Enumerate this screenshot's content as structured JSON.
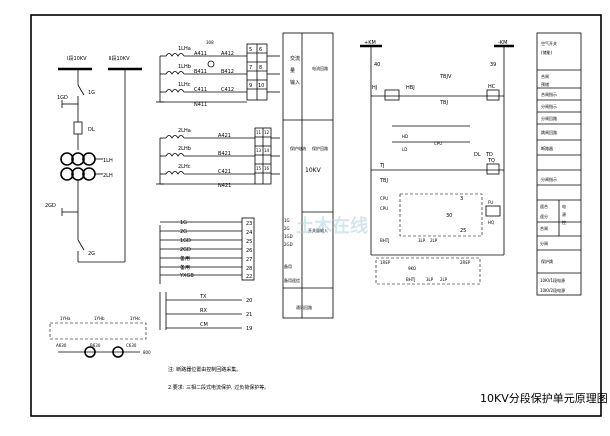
{
  "buses": {
    "bus1": "Ⅰ段10KV",
    "bus2": "Ⅱ段10KV"
  },
  "primary": {
    "labels": [
      "1G",
      "1GD",
      "DL",
      "1LH",
      "2LH",
      "2GD",
      "2G"
    ]
  },
  "ct1": {
    "coils": [
      "1LHa",
      "1LHb",
      "1LHc"
    ],
    "wires": [
      "A411",
      "B411",
      "C411",
      "N411",
      "A412",
      "B412",
      "C412"
    ],
    "terminals": [
      "5",
      "6",
      "7",
      "8",
      "9",
      "10"
    ],
    "junction": "308"
  },
  "ct2": {
    "coils": [
      "2LHa",
      "2LHb",
      "2LHc"
    ],
    "wires": [
      "A421",
      "B421",
      "C421",
      "N421"
    ],
    "terminals": [
      "11",
      "12",
      "13",
      "14",
      "15",
      "16"
    ]
  },
  "inputs": {
    "labels": [
      "1G",
      "2G",
      "1GD",
      "2GD",
      "备用",
      "备用",
      "YXGB"
    ],
    "terminals": [
      "23",
      "24",
      "25",
      "26",
      "27",
      "28",
      "22"
    ]
  },
  "comms": {
    "labels": [
      "TX",
      "RX",
      "CM"
    ],
    "terminals": [
      "20",
      "21",
      "19"
    ]
  },
  "pt": {
    "coils": [
      "1YHa",
      "1YHb",
      "1YHc"
    ],
    "wires": [
      "A630",
      "B630",
      "C630"
    ],
    "junction": "800"
  },
  "panel": {
    "col1": [
      "交流",
      "量",
      "输入"
    ],
    "col2": [
      "电流回路",
      "保护电流"
    ],
    "col3": [
      "保护回路"
    ],
    "big": "10KV",
    "col4_items": [
      "1G",
      "2G",
      "1GD",
      "2GD",
      "备用"
    ],
    "col4_label": "开关量输入",
    "col4_extra": "备用遥信",
    "comm_label": "通讯回路"
  },
  "control": {
    "left_bus": "+KM",
    "right_bus": "-KM",
    "left_num": "40",
    "right_num": "39",
    "labels": [
      "HJ",
      "HBJ",
      "TBJV",
      "TBJ",
      "HC",
      "TQ",
      "TJ",
      "TBJ",
      "HD",
      "LD",
      "CPU",
      "DL",
      "TD",
      "FU",
      "TBJV",
      "CPU",
      "BHTJ",
      "3LP",
      "2LP",
      "30",
      "3",
      "25",
      "HQ"
    ],
    "bottom_labels": [
      "1REP",
      "2REP",
      "9KO",
      "BHTJ",
      "3LP",
      "2LP"
    ],
    "right_col": [
      "空气开关",
      "(储能)",
      "合闸",
      "预储",
      "合闸指示",
      "分闸指示",
      "分闸回路",
      "跳闸回路",
      "断路器",
      "分闸指示",
      "遥合",
      "遥分",
      "合闸",
      "分闸",
      "保护跳",
      "10KV1段电源",
      "10KV2段电源"
    ],
    "side_labels": [
      "电",
      "源",
      "控"
    ]
  },
  "notes": {
    "n1": "注: 断路器位置由控制回路采集。",
    "n2": "2.要求: 三相二段式电流保护, 过负荷保护等。"
  },
  "title": "10KV分段保护单元原理图",
  "watermark": "土木在线"
}
